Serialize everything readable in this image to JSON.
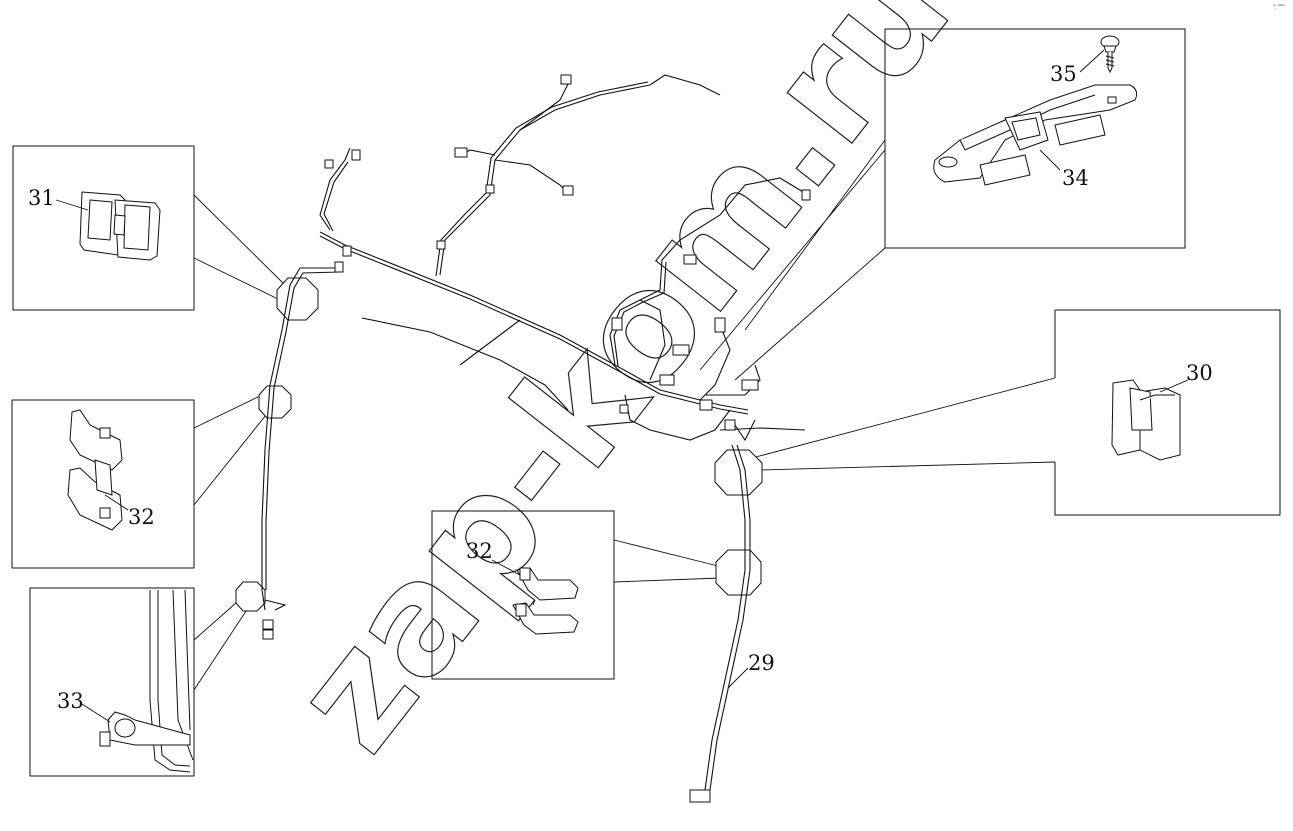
{
  "watermark": "zap-kom.ru",
  "corner_mark": "ᵉ᷊ ᵒᵒᵒ",
  "callouts": {
    "c29": "29",
    "c30": "30",
    "c31": "31",
    "c32a": "32",
    "c32b": "32",
    "c33": "33",
    "c34": "34",
    "c35": "35"
  }
}
